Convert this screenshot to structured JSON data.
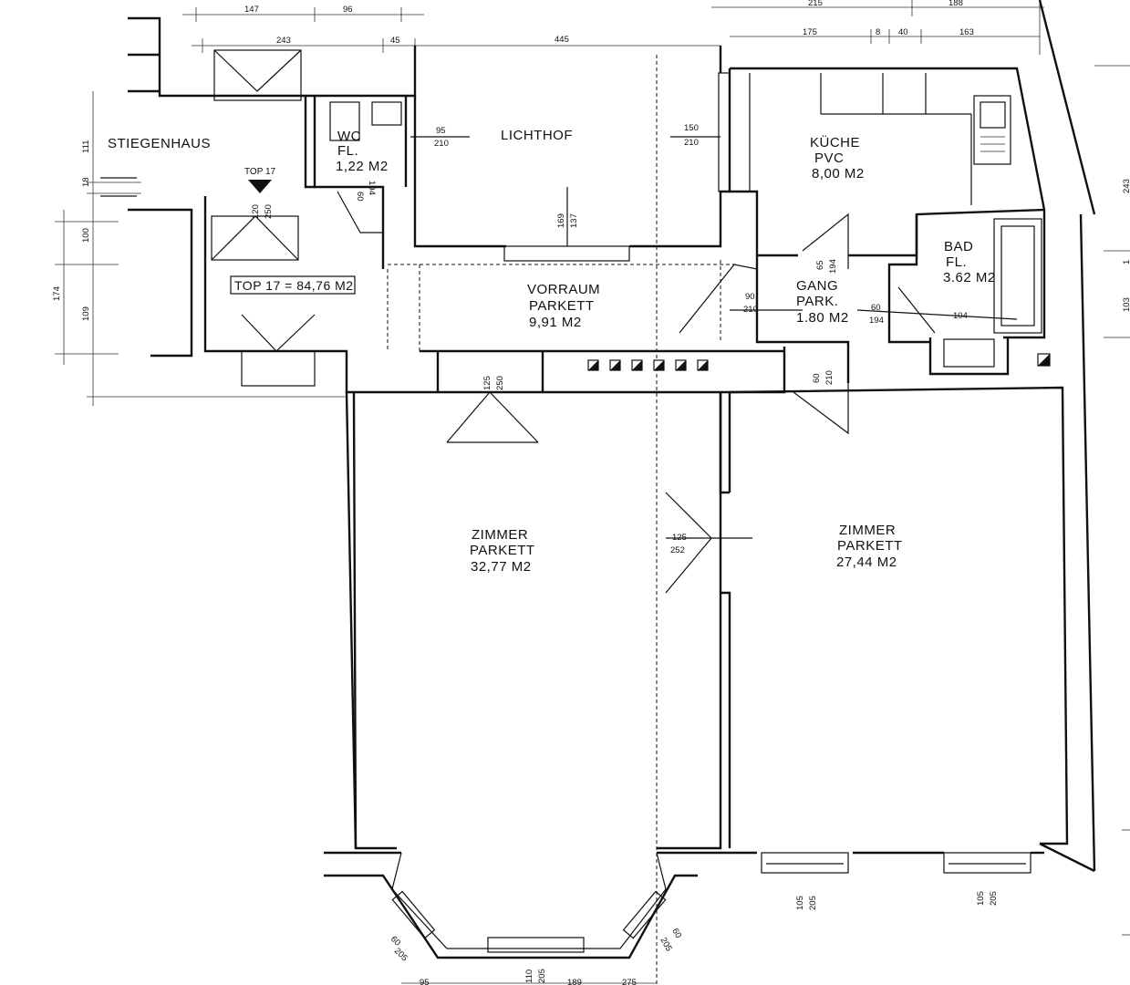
{
  "top_label": "TOP 17",
  "area_total": "TOP 17 = 84,76 M2",
  "rooms": {
    "stiegenhaus": {
      "name": "STIEGENHAUS"
    },
    "wc": {
      "name": "WC",
      "floor": "FL.",
      "area": "1,22 M2"
    },
    "lichthof": {
      "name": "LICHTHOF"
    },
    "kueche": {
      "name": "KÜCHE",
      "floor": "PVC",
      "area": "8,00 M2"
    },
    "bad": {
      "name": "BAD",
      "floor": "FL.",
      "area": "3.62 M2"
    },
    "vorraum": {
      "name": "VORRAUM",
      "floor": "PARKETT",
      "area": "9,91 M2"
    },
    "gang": {
      "name": "GANG",
      "floor": "PARK.",
      "area": "1.80 M2"
    },
    "zimmer1": {
      "name": "ZIMMER",
      "floor": "PARKETT",
      "area": "32,77 M2"
    },
    "zimmer2": {
      "name": "ZIMMER",
      "floor": "PARKETT",
      "area": "27,44 M2"
    }
  },
  "dimensions": {
    "top_147": "147",
    "top_96": "96",
    "top_243": "243",
    "top_45": "45",
    "top_445": "445",
    "top_215": "215",
    "top_188": "188",
    "top_175": "175",
    "top_8": "8",
    "top_40": "40",
    "top_163": "163",
    "left_111": "111",
    "left_18": "18",
    "left_100": "100",
    "left_174": "174",
    "left_109": "109",
    "wc_door_w": "60",
    "wc_door_h": "194",
    "lichthof_w": "95",
    "lichthof_h": "210",
    "k_door_w": "150",
    "k_door_h": "210",
    "lh_169": "169",
    "lh_137": "137",
    "top17_door_w": "120",
    "top17_door_h": "250",
    "gang_65": "65",
    "gang_194": "194",
    "gang_90": "90",
    "gang_210": "210",
    "bad_door_w": "60",
    "bad_door_h": "194",
    "bad_104": "104",
    "z1_door_w": "125",
    "z1_door_h": "250",
    "z2_door_w": "60",
    "z2_door_h": "210",
    "mid_door_w": "125",
    "mid_door_h": "252",
    "win1_w": "105",
    "win1_h": "205",
    "win2_w": "105",
    "win2_h": "205",
    "bay_l_w": "60",
    "bay_l_h": "205",
    "bay_c_w": "110",
    "bay_c_h": "205",
    "bay_r_w": "60",
    "bay_r_h": "205",
    "right_243": "243",
    "right_1": "1",
    "right_103": "103",
    "bot_95": "95",
    "bot_189": "189",
    "bot_275": "275"
  }
}
